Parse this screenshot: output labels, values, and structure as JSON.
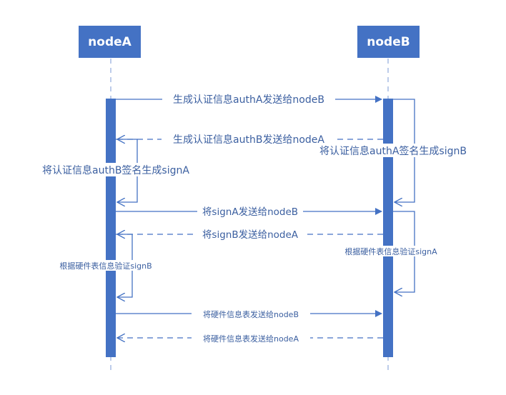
{
  "colors": {
    "actor": "#4472c4",
    "line": "#4472c4",
    "text": "#3b5fa0",
    "lifeline": "#8faadc"
  },
  "participants": {
    "a": "nodeA",
    "b": "nodeB"
  },
  "messages": {
    "m1": "生成认证信息authA发送给nodeB",
    "m2": "生成认证信息authB发送给nodeA",
    "m3": "将signA发送给nodeB",
    "m4": "将signB发送给nodeA",
    "m5": "将硬件信息表发送给nodeB",
    "m6": "将硬件信息表发送给nodeA"
  },
  "self_messages": {
    "b_sign": "将认证信息authA签名生成signB",
    "a_sign": "将认证信息authB签名生成signA",
    "b_verify": "根据硬件表信息验证signA",
    "a_verify": "根据硬件表信息验证signB"
  }
}
